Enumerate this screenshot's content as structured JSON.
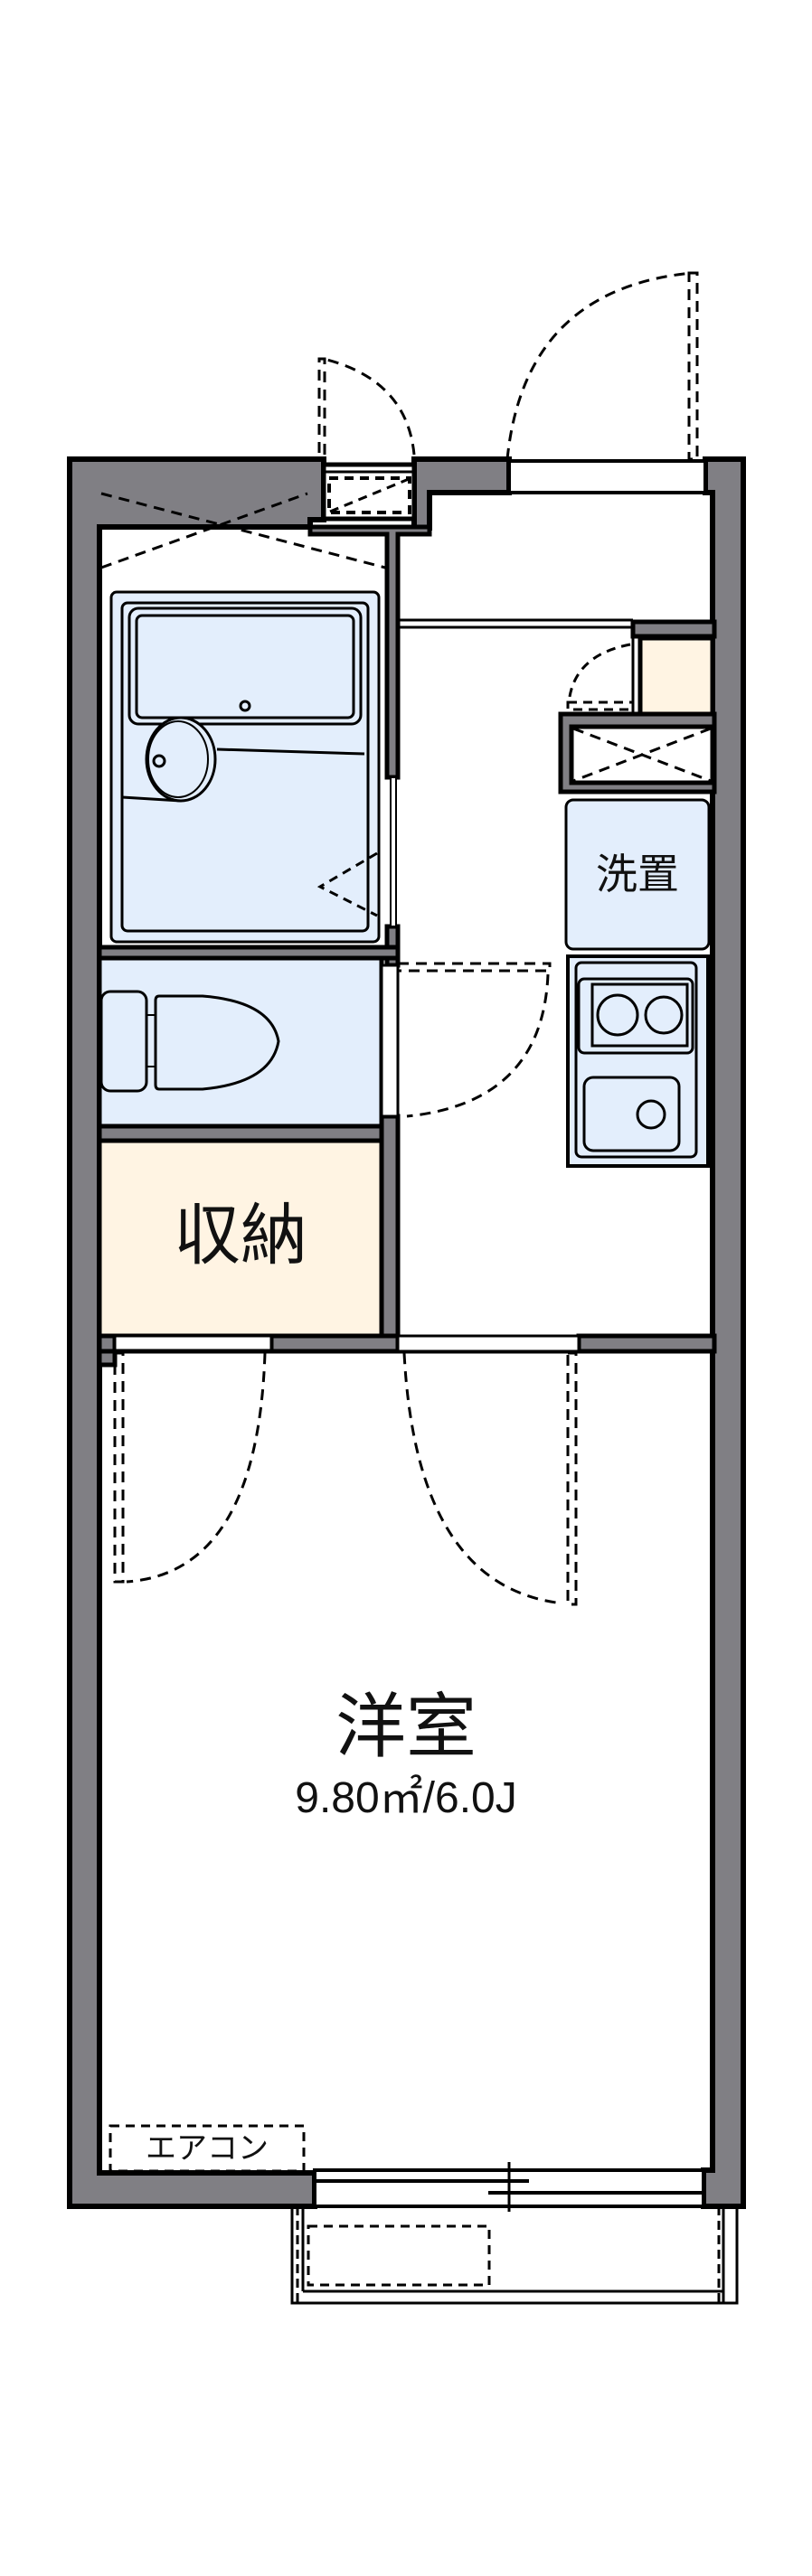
{
  "floorplan": {
    "colors": {
      "wall": "#807f84",
      "wet_area": "#e3eefc",
      "storage": "#fff4e3",
      "line": "#000000",
      "background": "#ffffff"
    },
    "rooms": {
      "western_room": {
        "label": "洋室",
        "area": "9.80㎡/6.0J"
      },
      "storage": {
        "label": "収納"
      },
      "washing_machine": {
        "label": "洗置"
      },
      "air_conditioner": {
        "label": "エアコン"
      }
    },
    "fixtures": [
      "unit-bath",
      "toilet",
      "kitchen-stove",
      "kitchen-sink",
      "shoe-cabinet",
      "meter-box",
      "balcony"
    ]
  }
}
